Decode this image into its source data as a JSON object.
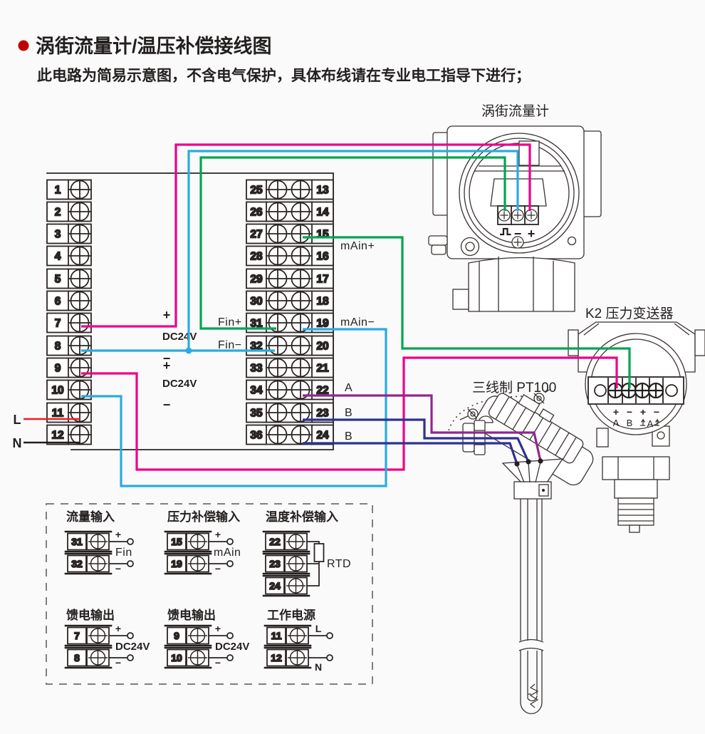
{
  "header": {
    "title": "涡街流量计/温压补偿接线图",
    "subtitle": "此电路为简易示意图，不含电气保护，具体布线请在专业电工指导下进行；"
  },
  "colors": {
    "magenta": "#ec008c",
    "cyan": "#29abe2",
    "green": "#00a551",
    "purple": "#92268f",
    "dark_blue": "#2e3192",
    "red": "#ed1c24",
    "line_black": "#2b2523",
    "bullet_red": "#c00000",
    "dash_gray": "#7f7f7f"
  },
  "left_block": {
    "numbers": [
      "1",
      "2",
      "3",
      "4",
      "5",
      "6",
      "7",
      "8",
      "9",
      "10",
      "11",
      "12"
    ],
    "labels": {
      "plus1": "+",
      "dc1": "DC24V",
      "minus1": "−",
      "plus2": "+",
      "dc2": "DC24V",
      "minus2": "−",
      "l": "L",
      "n": "N"
    }
  },
  "middle_block": {
    "left_numbers": [
      "25",
      "26",
      "27",
      "28",
      "29",
      "30",
      "31",
      "32",
      "33",
      "34",
      "35",
      "36"
    ],
    "right_numbers": [
      "13",
      "14",
      "15",
      "16",
      "17",
      "18",
      "19",
      "20",
      "21",
      "22",
      "23",
      "24"
    ],
    "labels": {
      "fin_plus": "Fin+",
      "fin_minus": "Fin−",
      "main_plus": "mAin+",
      "main_minus": "mAin−",
      "a": "A",
      "b1": "B",
      "b2": "B"
    }
  },
  "flowmeter": {
    "label": "涡街流量计",
    "t_minus": "−",
    "t_plus": "+"
  },
  "transmitter": {
    "label": "K2 压力变送器",
    "p1": "+",
    "p2": "−",
    "p3": "+",
    "p4": "−",
    "a": "A",
    "b": "B",
    "meter": "A"
  },
  "pt100": {
    "label": "三线制 PT100"
  },
  "legend": {
    "groups": [
      {
        "title": "流量输入",
        "n1": "31",
        "s1": "+",
        "mid": "Fin",
        "n2": "32",
        "s2": "−"
      },
      {
        "title": "压力补偿输入",
        "n1": "15",
        "s1": "+",
        "mid": "mAin",
        "n2": "19",
        "s2": "−"
      },
      {
        "title": "温度补偿输入",
        "n1": "22",
        "n2": "23",
        "n3": "24",
        "mid": "RTD"
      },
      {
        "title": "馈电输出",
        "n1": "7",
        "s1": "+",
        "mid": "DC24V",
        "n2": "8",
        "s2": "−"
      },
      {
        "title": "馈电输出",
        "n1": "9",
        "s1": "+",
        "mid": "DC24V",
        "n2": "10",
        "s2": "−"
      },
      {
        "title": "工作电源",
        "n1": "11",
        "s1": "L",
        "n2": "12",
        "s2": "N"
      }
    ]
  }
}
